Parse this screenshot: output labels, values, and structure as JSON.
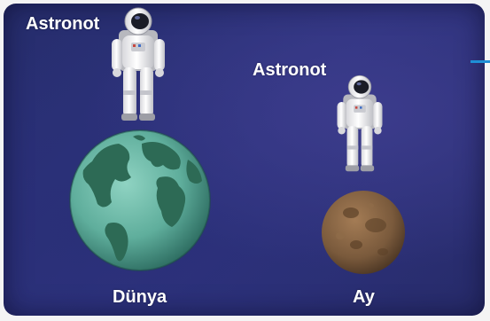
{
  "labels": {
    "astronaut_earth": "Astronot",
    "astronaut_moon": "Astronot",
    "earth": "Dünya",
    "moon": "Ay"
  },
  "colors": {
    "background": "#2b3176",
    "earth_ocean": "#5fae9c",
    "earth_land": "#2d6a55",
    "moon_surface": "#7a5a3c",
    "accent_line": "#1e8fd6",
    "text": "#ffffff"
  },
  "icons": [
    "astronaut-icon",
    "earth-globe-icon",
    "moon-icon"
  ]
}
